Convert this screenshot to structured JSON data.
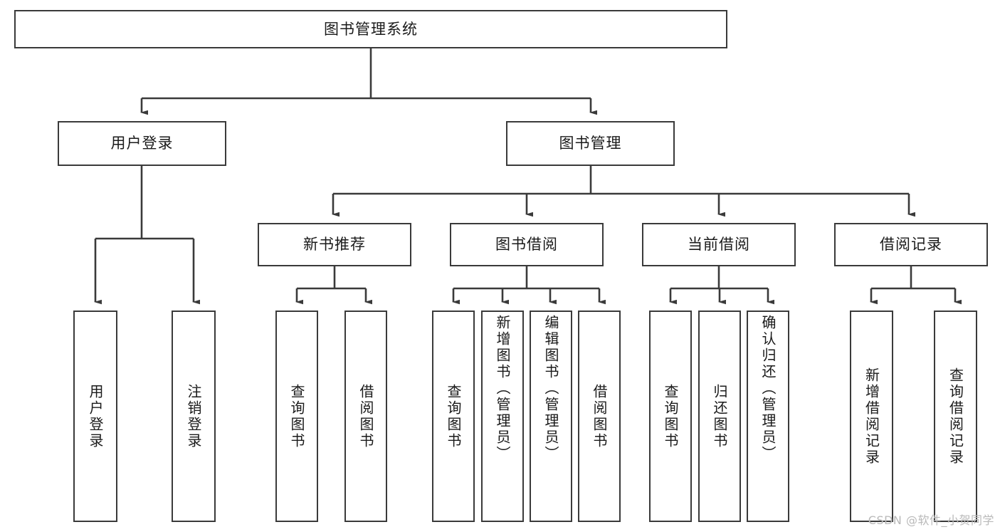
{
  "diagram": {
    "title": "图书管理系统",
    "type": "功能结构图",
    "watermark": "CSDN @软件_小贺同学",
    "colors": {
      "box_border": "#3a3a3a",
      "box_fill": "#ffffff",
      "line": "#3a3a3a",
      "text": "#1a1a1a",
      "watermark": "#b9b9b9",
      "background": "#ffffff"
    },
    "nodes": {
      "root": {
        "label": "图书管理系统"
      },
      "level2": [
        {
          "label": "用户登录"
        },
        {
          "label": "图书管理"
        }
      ],
      "level3": [
        {
          "label": "新书推荐"
        },
        {
          "label": "图书借阅"
        },
        {
          "label": "当前借阅"
        },
        {
          "label": "借阅记录"
        }
      ],
      "leaves": {
        "user_login": [
          {
            "label": "用户登录"
          },
          {
            "label": "注销登录"
          }
        ],
        "new_book": [
          {
            "label": "查询图书"
          },
          {
            "label": "借阅图书"
          }
        ],
        "book_borrow": [
          {
            "label": "查询图书"
          },
          {
            "label": "新增图书（管理员）"
          },
          {
            "label": "编辑图书（管理员）"
          },
          {
            "label": "借阅图书"
          }
        ],
        "current_borrow": [
          {
            "label": "查询图书"
          },
          {
            "label": "归还图书"
          },
          {
            "label": "确认归还（管理员）"
          }
        ],
        "borrow_record": [
          {
            "label": "新增借阅记录"
          },
          {
            "label": "查询借阅记录"
          }
        ]
      }
    }
  }
}
